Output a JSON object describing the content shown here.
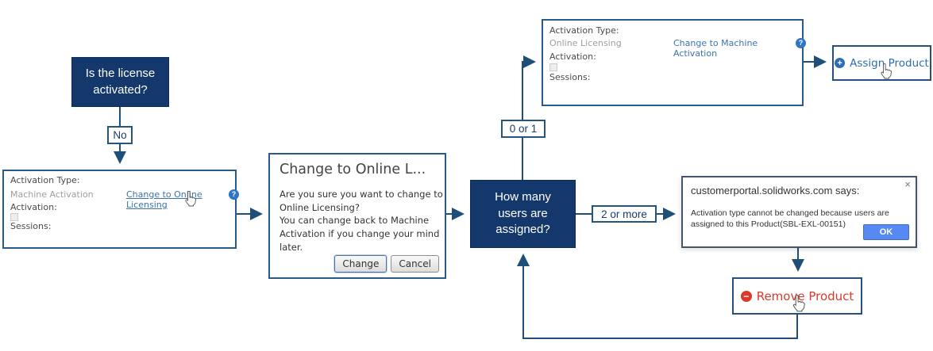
{
  "colors": {
    "flow_box_navy": "#14386b",
    "connector_navy": "#1f4e79",
    "link_blue": "#3a74ad",
    "assign_blue": "#2e6cb4",
    "remove_red": "#d93a2b",
    "ok_button_blue": "#568af2",
    "help_icon_blue": "#2e75c8"
  },
  "flow": {
    "decision_license": "Is the license\nactivated?",
    "label_no": "No",
    "decision_users": "How many\nusers are\nassigned?",
    "label_zero_or_one": "0 or 1",
    "label_two_or_more": "2 or more"
  },
  "machine_panel": {
    "activation_type_label": "Activation Type:",
    "activation_type_value": "Machine Activation",
    "change_link": "Change to Online Licensing",
    "help_icon": "?",
    "activation_label": "Activation:",
    "sessions_label": "Sessions:"
  },
  "online_panel": {
    "activation_type_label": "Activation Type:",
    "activation_type_value": "Online Licensing",
    "change_link": "Change to Machine Activation",
    "help_icon": "?",
    "activation_label": "Activation:",
    "sessions_label": "Sessions:"
  },
  "change_dialog": {
    "title": "Change to Online L...",
    "body": "Are you sure you want to change to Online Licensing?\nYou can change back to Machine Activation if you change your mind later.",
    "change_button": "Change",
    "cancel_button": "Cancel"
  },
  "alert_dialog": {
    "title": "customerportal.solidworks.com says:",
    "body": "Activation type cannot be changed because users are assigned to this Product(SBL-EXL-00151)",
    "ok_button": "OK",
    "close_icon": "×"
  },
  "assign_button": {
    "label": "Assign Product",
    "icon": "+"
  },
  "remove_button": {
    "label": "Remove Product",
    "icon": "−"
  }
}
